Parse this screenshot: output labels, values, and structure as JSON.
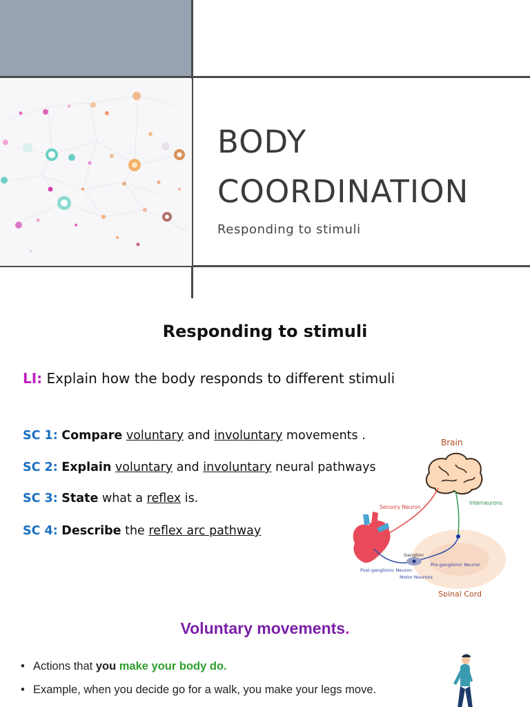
{
  "slide1": {
    "title_lines": [
      "BODY",
      "COORDINATION"
    ],
    "subtitle": "Responding to stimuli"
  },
  "slide2": {
    "title": "Responding to stimuli",
    "li": {
      "label": "LI:",
      "text": " Explain how the body responds to different stimuli"
    },
    "criteria": [
      {
        "label": "SC 1:",
        "verb": "Compare",
        "t1": "voluntary",
        "t2": " and ",
        "t3": "involuntary",
        "t4": " movements ."
      },
      {
        "label": "SC 2:",
        "verb": "Explain",
        "t1": "voluntary",
        "t2": " and ",
        "t3": "involuntary",
        "t4": " neural pathways"
      },
      {
        "label": "SC 3:",
        "verb": "State",
        "t1": " what a ",
        "t2": "reflex",
        "t3": " is."
      },
      {
        "label": "SC 4:",
        "verb": "Describe",
        "t1": " the ",
        "t2": "reflex arc pathway"
      }
    ],
    "diagram": {
      "brain": "Brain",
      "sensory_neuron": "Sensory Neuron",
      "interneurons": "Interneurons",
      "ganglion": "Ganglion",
      "pre_ganglionic": "Pre-ganglionic Neuron",
      "post_ganglionic": "Post-ganglionic Neuron",
      "motor_neurons": "Motor Neurons",
      "spinal_cord": "Spinal Cord"
    }
  },
  "slide3": {
    "title": "Voluntary movements",
    "title_dot": ".",
    "bullets": [
      {
        "a": "Actions that ",
        "b": "you",
        "c": " ",
        "d": "make your body do."
      },
      {
        "a": "Example, when you decide go for a walk, you make your legs move."
      }
    ]
  },
  "colors": {
    "gray_block": "#97a3b1",
    "divider": "#4a4a4a",
    "li_label": "#c020c0",
    "sc_label": "#1a6fc2",
    "slide3_title": "#7a1fa8",
    "highlight_green": "#2f9e2f"
  }
}
